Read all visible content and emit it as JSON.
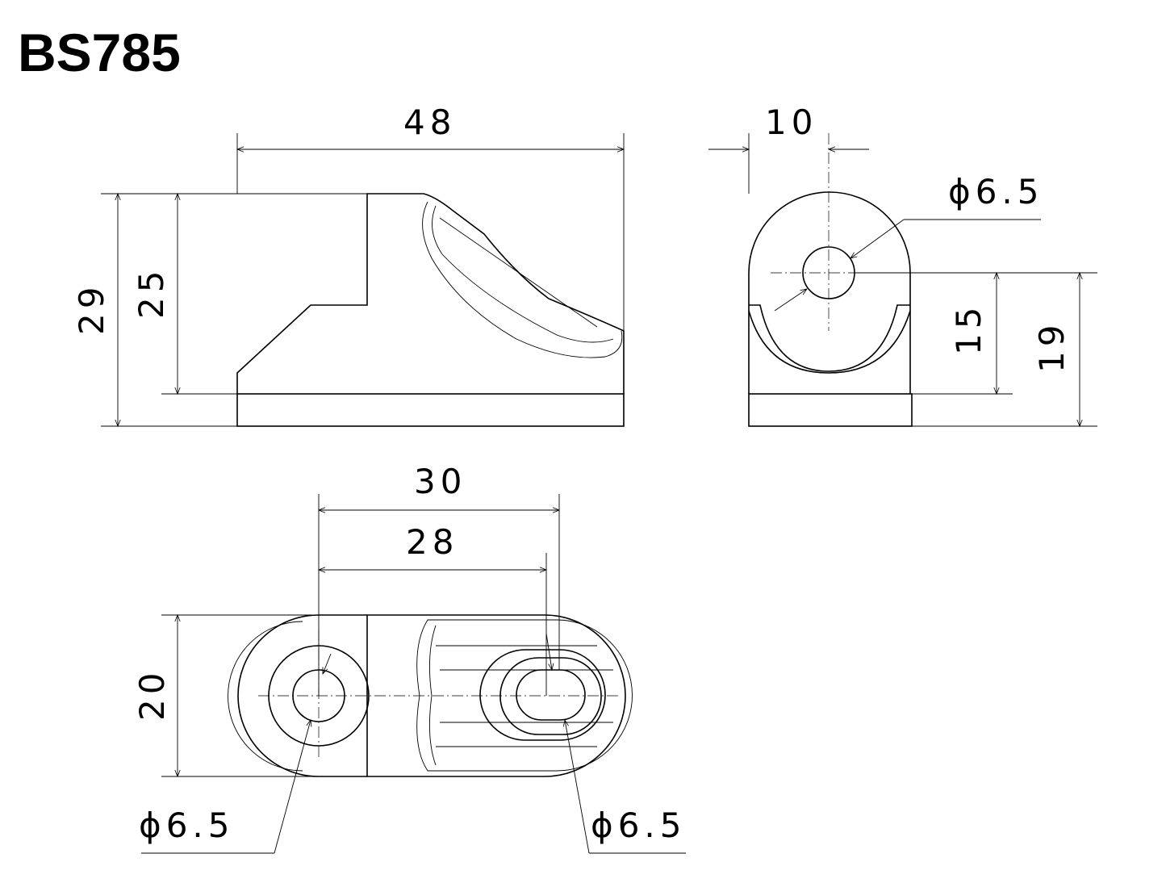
{
  "title": "BS785",
  "front_view": {
    "width": "48",
    "height_total": "29",
    "height_body": "25"
  },
  "side_view": {
    "offset": "10",
    "hole": "ϕ6.5",
    "hole_height": "15",
    "height_total": "19"
  },
  "bottom_view": {
    "outer_spacing": "30",
    "hole_spacing": "28",
    "width": "20",
    "hole_left": "ϕ6.5",
    "hole_right": "ϕ6.5"
  }
}
